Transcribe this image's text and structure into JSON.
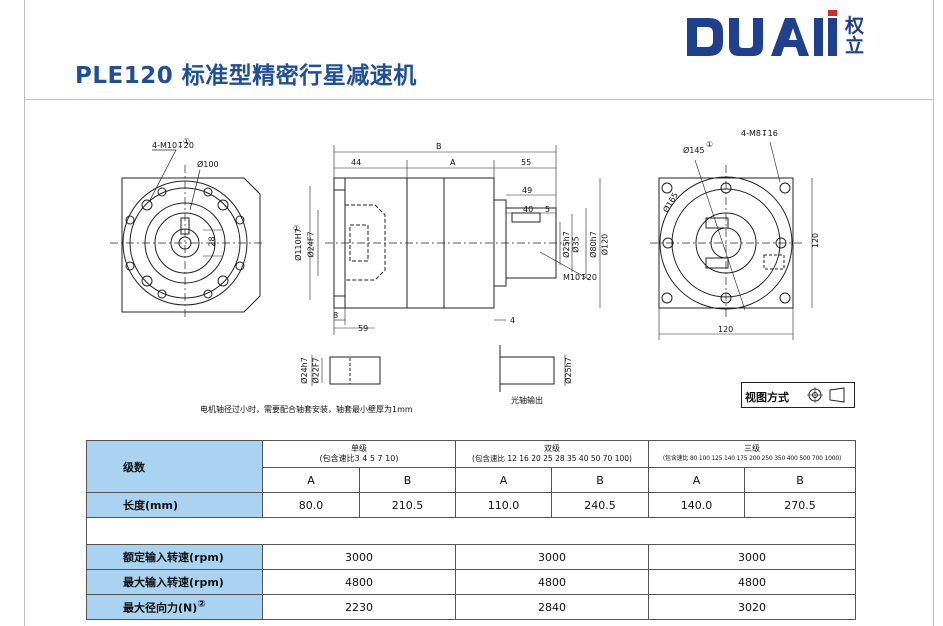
{
  "header": {
    "title": "PLE120 标准型精密行星减速机",
    "logo_text": "DUAII",
    "logo_cn": "权立",
    "logo_color": "#1f3f8f",
    "logo_accent": "#d62a2a"
  },
  "drawing": {
    "front": {
      "bolt_label": "4-M10↧20",
      "note_1": "①",
      "dia_label": "Ø100",
      "dim_28": "28"
    },
    "side": {
      "dim_B": "B",
      "dim_44": "44",
      "dim_A": "A",
      "dim_55": "55",
      "dim_49": "49",
      "dim_40": "40",
      "dim_5": "5",
      "dia_110": "Ø110H7",
      "dia_24": "Ø24F7",
      "note_1": "①",
      "dia_25": "Ø25h7",
      "dia_35": "Ø35",
      "dia_80": "Ø80h7",
      "dia_120": "Ø120",
      "thread": "M10↧20",
      "dim_8": "8",
      "dim_59": "59",
      "dim_4": "4"
    },
    "rear": {
      "dia_145": "Ø145",
      "note_1": "①",
      "dia_165": "Ø165",
      "bolt_label": "4-M8↧16",
      "dim_120_v": "120",
      "dim_120_h": "120"
    },
    "bushing": {
      "dia_24": "Ø24h7",
      "dia_22": "Ø22F7"
    },
    "shaft": {
      "dia_25": "Ø25h7",
      "caption": "光轴输出"
    },
    "motor_note": "电机轴径过小时，需要配合轴套安装，轴套最小壁厚为1mm",
    "view_label": "视图方式"
  },
  "table": {
    "headers": {
      "stage_label": "级数",
      "single": "单级",
      "single_ratios": "(包含速比3  4  5  7  10)",
      "double": "双级",
      "double_ratios": "(包含速比 12 16 20 25 28 35 40 50 70 100)",
      "triple": "三级",
      "triple_ratios": "(包含速比 80 100 125 140 175 200 250 350 400 500 700 1000)"
    },
    "ab": [
      "A",
      "B",
      "A",
      "B",
      "A",
      "B"
    ],
    "length_label": "长度(mm)",
    "length_values": [
      "80.0",
      "210.5",
      "110.0",
      "240.5",
      "140.0",
      "270.5"
    ],
    "rows": [
      {
        "label": "额定输入转速(rpm)",
        "values": [
          "3000",
          "3000",
          "3000"
        ]
      },
      {
        "label": "最大输入转速(rpm)",
        "values": [
          "4800",
          "4800",
          "4800"
        ]
      },
      {
        "label": "最大径向力(N)",
        "note": "②",
        "values": [
          "2230",
          "2840",
          "3020"
        ]
      }
    ]
  }
}
